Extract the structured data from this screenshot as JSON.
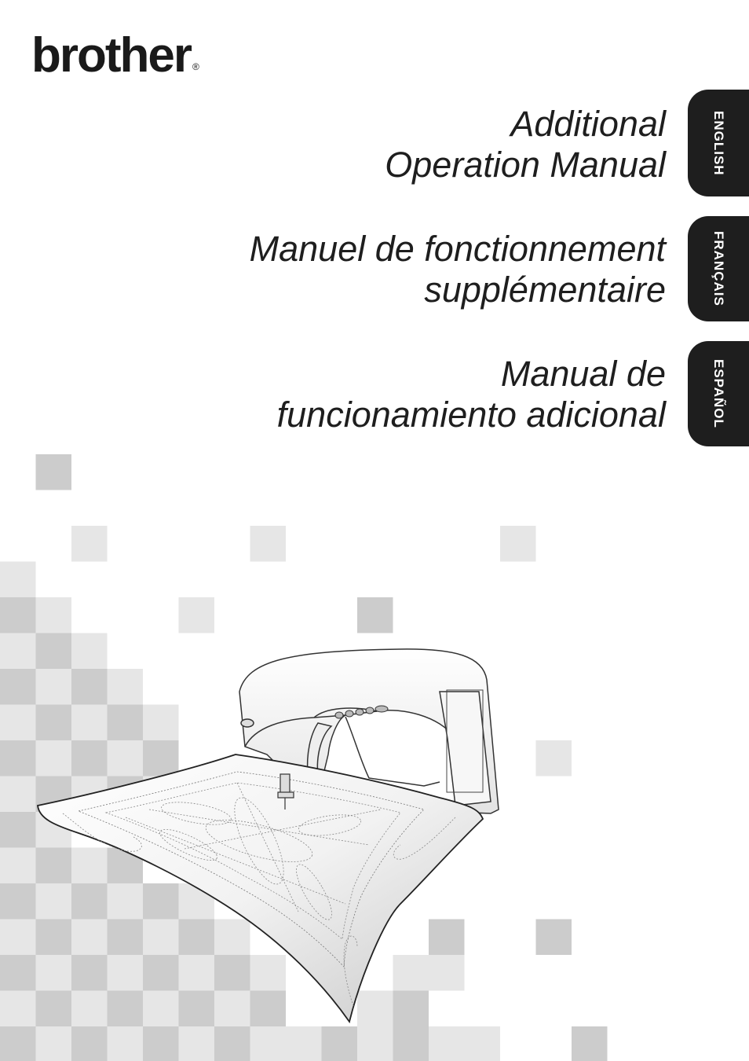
{
  "brand": {
    "logo_text": "brother",
    "registered_mark": "®"
  },
  "titles": [
    {
      "lines": [
        "Additional",
        "Operation Manual"
      ]
    },
    {
      "lines": [
        "Manuel de fonctionnement",
        "supplémentaire"
      ]
    },
    {
      "lines": [
        "Manual de",
        "funcionamiento adicional"
      ]
    }
  ],
  "language_tabs": [
    {
      "label": "ENGLISH"
    },
    {
      "label": "FRANÇAIS"
    },
    {
      "label": "ESPAÑOL"
    }
  ],
  "colors": {
    "tab_background": "#1e1e1e",
    "title_text": "#1e1e1e",
    "checker_light": "#e6e6e6",
    "checker_dark": "#cccccc"
  },
  "illustration": {
    "subject_icon": "sewing-machine-with-quilt-icon"
  }
}
